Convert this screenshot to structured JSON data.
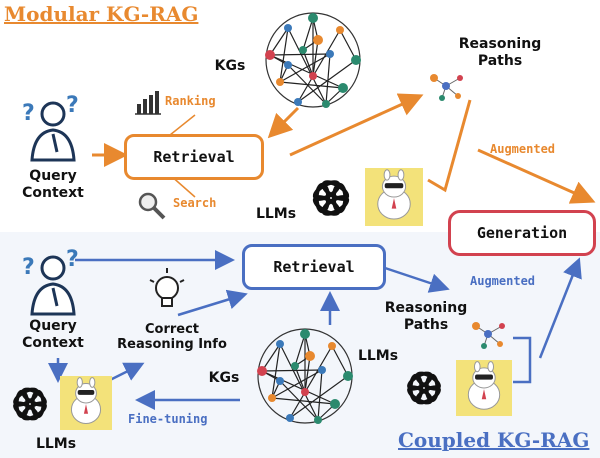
{
  "modular": {
    "title": "Modular KG-RAG",
    "query_context": "Query\nContext",
    "retrieval": "Retrieval",
    "ranking": "Ranking",
    "search": "Search",
    "kgs": "KGs",
    "reasoning_paths": "Reasoning\nPaths",
    "augmented": "Augmented",
    "llms": "LLMs",
    "generation": "Generation"
  },
  "coupled": {
    "title": "Coupled KG-RAG",
    "query_context": "Query\nContext",
    "correct_reasoning": "Correct\nReasoning Info",
    "retrieval": "Retrieval",
    "augmented": "Augmented",
    "reasoning_paths": "Reasoning\nPaths",
    "llms_right": "LLMs",
    "kgs": "KGs",
    "fine_tuning": "Fine-tuning",
    "llms_left": "LLMs"
  },
  "colors": {
    "modular_accent": "#e8892f",
    "coupled_accent": "#4a6fc2",
    "generation_border": "#d2424f"
  }
}
